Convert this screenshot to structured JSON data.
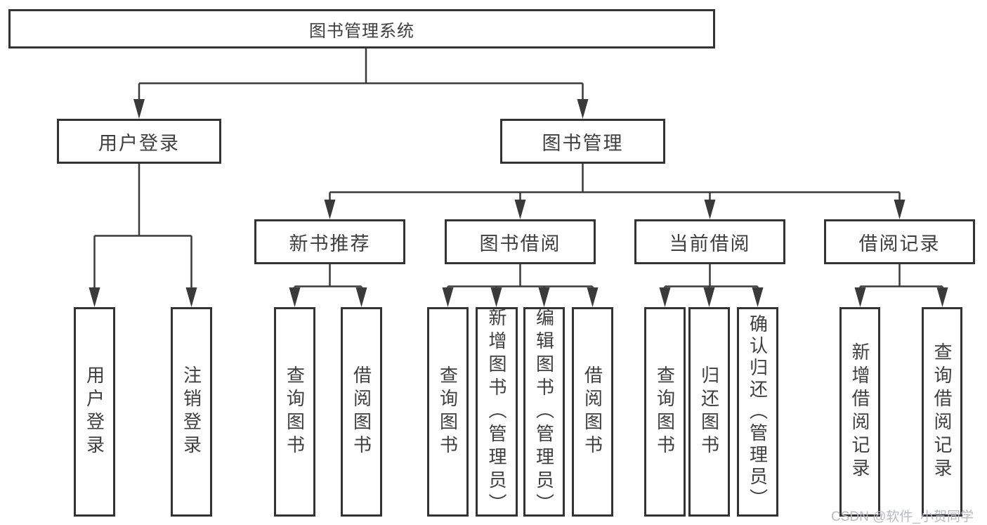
{
  "tree": {
    "root": {
      "label": "图书管理系统",
      "children": [
        {
          "label": "用户登录",
          "children": [
            {
              "label": "用户登录"
            },
            {
              "label": "注销登录"
            }
          ]
        },
        {
          "label": "图书管理",
          "children": [
            {
              "label": "新书推荐",
              "children": [
                {
                  "label": "查询图书"
                },
                {
                  "label": "借阅图书"
                }
              ]
            },
            {
              "label": "图书借阅",
              "children": [
                {
                  "label": "查询图书"
                },
                {
                  "label": "新增图书（管理员）"
                },
                {
                  "label": "编辑图书（管理员）"
                },
                {
                  "label": "借阅图书"
                }
              ]
            },
            {
              "label": "当前借阅",
              "children": [
                {
                  "label": "查询图书"
                },
                {
                  "label": "归还图书"
                },
                {
                  "label": "确认归还（管理员）"
                }
              ]
            },
            {
              "label": "借阅记录",
              "children": [
                {
                  "label": "新增借阅记录"
                },
                {
                  "label": "查询借阅记录"
                }
              ]
            }
          ]
        }
      ]
    }
  },
  "watermark": {
    "text": "CSDN @软件_小贺同学"
  },
  "colors": {
    "background": "#ffffff",
    "box_border": "#333333",
    "line": "#3a3a3a",
    "text": "#3f3f3f",
    "watermark": "#b7bbbf"
  }
}
